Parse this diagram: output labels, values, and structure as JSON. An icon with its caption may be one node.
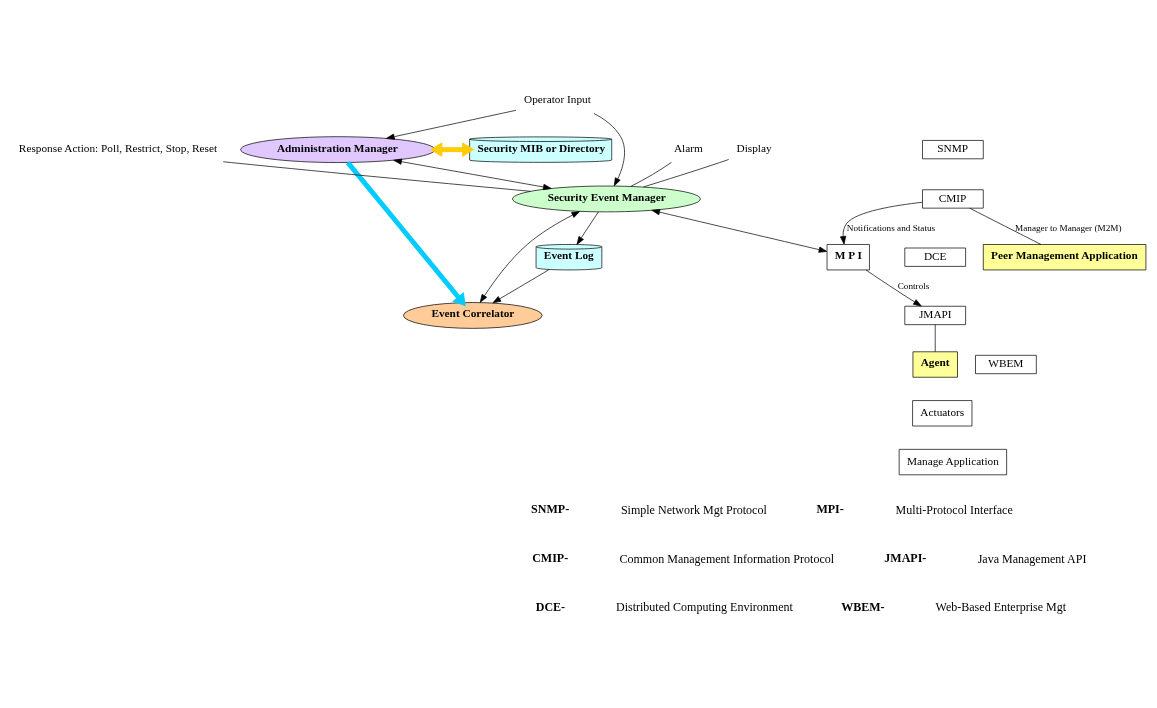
{
  "diagram": {
    "nodes": [
      {
        "text": [
          "Operator Input"
        ]
      },
      {
        "text": [
          "Administration Manager"
        ]
      },
      {
        "text": [
          "Security MIB or Directory"
        ]
      },
      {
        "text": [
          "Security Event Manager"
        ]
      },
      {
        "text": [
          "Alarm"
        ]
      },
      {
        "text": [
          "Display"
        ]
      },
      {
        "text": [
          "Response Action: Poll, Restrict, Stop, Reset"
        ]
      },
      {
        "text": [
          "M P I"
        ]
      },
      {
        "text": [
          "SNMP"
        ]
      },
      {
        "text": [
          "CMIP"
        ]
      },
      {
        "text": [
          "DCE"
        ]
      },
      {
        "text": [
          "JMAPI"
        ]
      },
      {
        "text": [
          "WBEM"
        ]
      },
      {
        "text": [
          "Peer Management Application"
        ]
      },
      {
        "text": [
          "Agent"
        ]
      },
      {
        "text": [
          "Actuators"
        ]
      },
      {
        "text": [
          "Manage Application"
        ]
      },
      {
        "text": [
          "Event Log"
        ]
      },
      {
        "text": [
          "Event Correlator"
        ]
      }
    ],
    "edges": [
      {
        "from": 0,
        "to": 1,
        "arrow": "to"
      },
      {
        "from": 0,
        "to": 3,
        "arrow": "to"
      },
      {
        "from": 1,
        "to": 3,
        "arrow": "both"
      },
      {
        "from": 1,
        "to": 2,
        "arrow": "both",
        "style": "thick",
        "color": "#ffcc00"
      },
      {
        "from": 4,
        "to": 3,
        "arrow": "none"
      },
      {
        "from": 5,
        "to": 3,
        "arrow": "none"
      },
      {
        "from": 6,
        "to": 3,
        "arrow": "none"
      },
      {
        "from": 3,
        "to": 7,
        "arrow": "both"
      },
      {
        "from": 9,
        "to": 7,
        "arrow": "to",
        "label": "Notifications and Status"
      },
      {
        "from": 7,
        "to": 11,
        "arrow": "to",
        "label": "Controls"
      },
      {
        "from": 9,
        "to": 13,
        "arrow": "none",
        "label": "Manager to Manager (M2M)"
      },
      {
        "from": 11,
        "to": 14,
        "arrow": "none"
      },
      {
        "from": 3,
        "to": 17,
        "arrow": "to"
      },
      {
        "from": 3,
        "to": 18,
        "arrow": "both"
      },
      {
        "from": 17,
        "to": 18,
        "arrow": "to"
      },
      {
        "from": 1,
        "to": 18,
        "arrow": "to",
        "style": "thick",
        "color": "#00ccff"
      }
    ],
    "labels": [
      "SNMP-",
      "Simple Network Mgt Protocol",
      "MPI-",
      "Multi-Protocol Interface",
      "CMIP-",
      "Common Management Information Protocol",
      "JMAPI-",
      "Java Management API",
      "DCE-",
      "Distributed Computing Environment",
      "WBEM-",
      "Web-Based Enterprise Mgt"
    ]
  }
}
